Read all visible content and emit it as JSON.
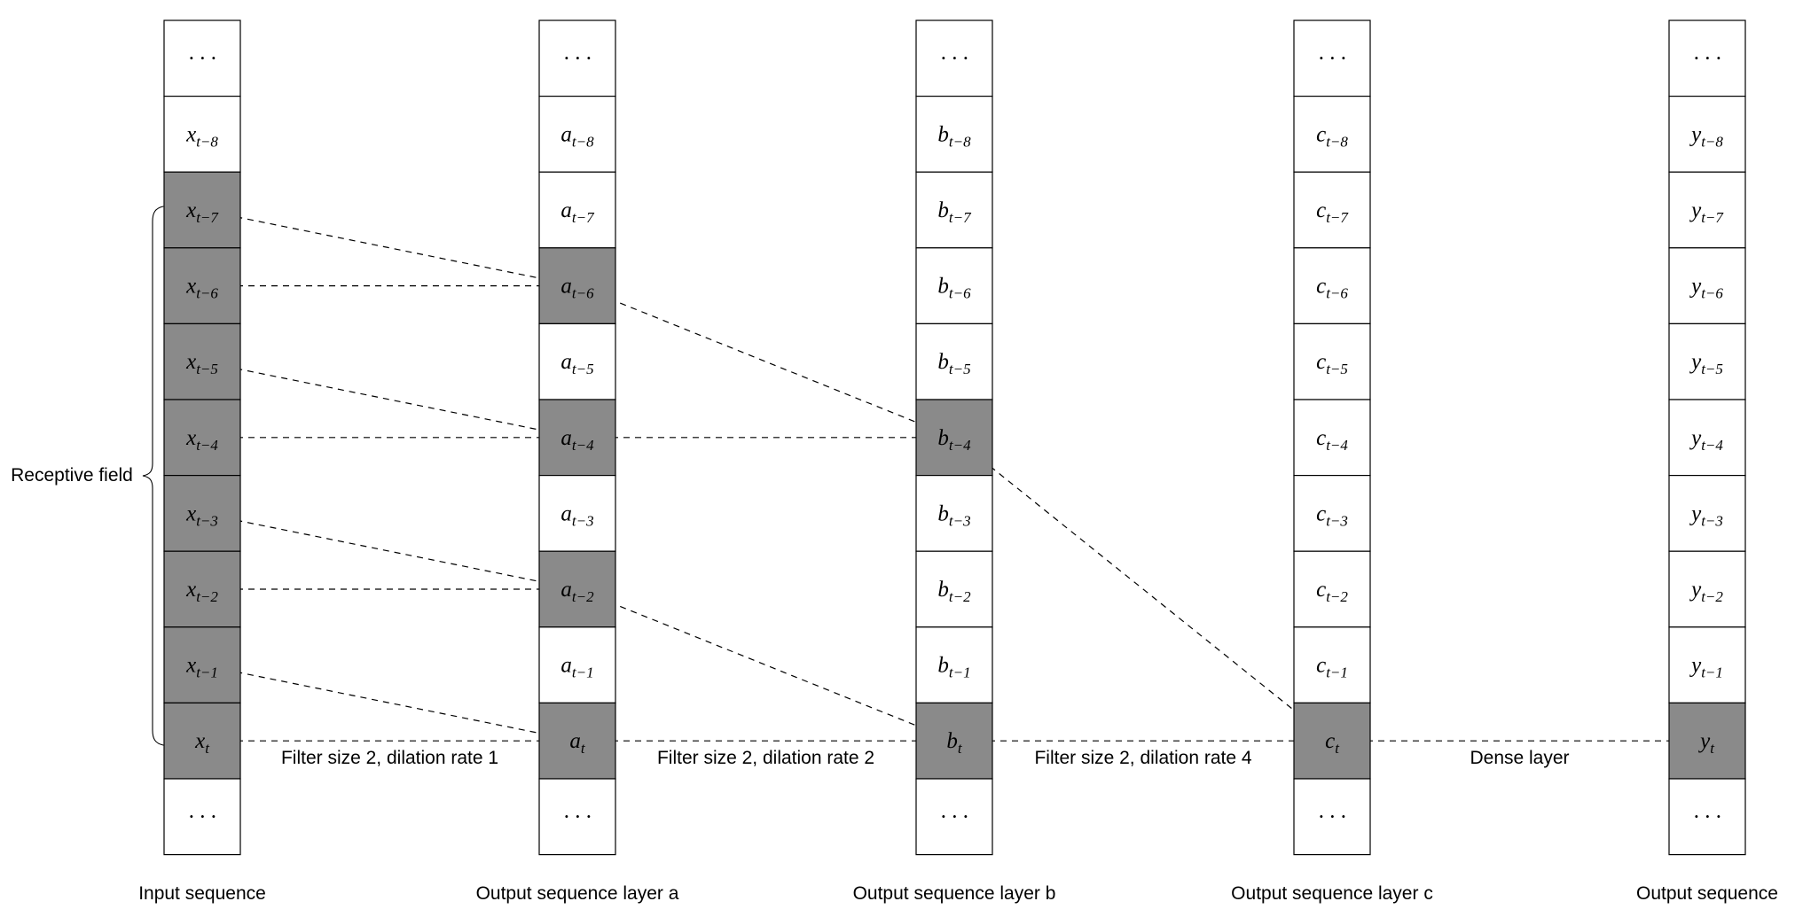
{
  "labels": {
    "receptive_field": "Receptive field"
  },
  "edge_labels": [
    "Filter size 2, dilation rate 1",
    "Filter size 2, dilation rate 2",
    "Filter size 2, dilation rate 4",
    "Dense layer"
  ],
  "colors": {
    "line": "#000000",
    "cell_fill": "#ffffff",
    "shaded_cell": "#8a8a8a",
    "text": "#000000"
  },
  "columns": [
    {
      "id": "x",
      "title": "Input sequence",
      "shaded_rows": [
        2,
        3,
        4,
        5,
        6,
        7,
        8,
        9
      ],
      "cells": [
        {
          "base": "· · ·",
          "sub": ""
        },
        {
          "base": "x",
          "sub": "t−8"
        },
        {
          "base": "x",
          "sub": "t−7"
        },
        {
          "base": "x",
          "sub": "t−6"
        },
        {
          "base": "x",
          "sub": "t−5"
        },
        {
          "base": "x",
          "sub": "t−4"
        },
        {
          "base": "x",
          "sub": "t−3"
        },
        {
          "base": "x",
          "sub": "t−2"
        },
        {
          "base": "x",
          "sub": "t−1"
        },
        {
          "base": "x",
          "sub": "t"
        },
        {
          "base": "· · ·",
          "sub": ""
        }
      ]
    },
    {
      "id": "a",
      "title": "Output sequence layer a",
      "shaded_rows": [
        3,
        5,
        7,
        9
      ],
      "cells": [
        {
          "base": "· · ·",
          "sub": ""
        },
        {
          "base": "a",
          "sub": "t−8"
        },
        {
          "base": "a",
          "sub": "t−7"
        },
        {
          "base": "a",
          "sub": "t−6"
        },
        {
          "base": "a",
          "sub": "t−5"
        },
        {
          "base": "a",
          "sub": "t−4"
        },
        {
          "base": "a",
          "sub": "t−3"
        },
        {
          "base": "a",
          "sub": "t−2"
        },
        {
          "base": "a",
          "sub": "t−1"
        },
        {
          "base": "a",
          "sub": "t"
        },
        {
          "base": "· · ·",
          "sub": ""
        }
      ]
    },
    {
      "id": "b",
      "title": "Output sequence layer b",
      "shaded_rows": [
        5,
        9
      ],
      "cells": [
        {
          "base": "· · ·",
          "sub": ""
        },
        {
          "base": "b",
          "sub": "t−8"
        },
        {
          "base": "b",
          "sub": "t−7"
        },
        {
          "base": "b",
          "sub": "t−6"
        },
        {
          "base": "b",
          "sub": "t−5"
        },
        {
          "base": "b",
          "sub": "t−4"
        },
        {
          "base": "b",
          "sub": "t−3"
        },
        {
          "base": "b",
          "sub": "t−2"
        },
        {
          "base": "b",
          "sub": "t−1"
        },
        {
          "base": "b",
          "sub": "t"
        },
        {
          "base": "· · ·",
          "sub": ""
        }
      ]
    },
    {
      "id": "c",
      "title": "Output sequence layer c",
      "shaded_rows": [
        9
      ],
      "cells": [
        {
          "base": "· · ·",
          "sub": ""
        },
        {
          "base": "c",
          "sub": "t−8"
        },
        {
          "base": "c",
          "sub": "t−7"
        },
        {
          "base": "c",
          "sub": "t−6"
        },
        {
          "base": "c",
          "sub": "t−5"
        },
        {
          "base": "c",
          "sub": "t−4"
        },
        {
          "base": "c",
          "sub": "t−3"
        },
        {
          "base": "c",
          "sub": "t−2"
        },
        {
          "base": "c",
          "sub": "t−1"
        },
        {
          "base": "c",
          "sub": "t"
        },
        {
          "base": "· · ·",
          "sub": ""
        }
      ]
    },
    {
      "id": "y",
      "title": "Output sequence",
      "shaded_rows": [
        9
      ],
      "cells": [
        {
          "base": "· · ·",
          "sub": ""
        },
        {
          "base": "y",
          "sub": "t−8"
        },
        {
          "base": "y",
          "sub": "t−7"
        },
        {
          "base": "y",
          "sub": "t−6"
        },
        {
          "base": "y",
          "sub": "t−5"
        },
        {
          "base": "y",
          "sub": "t−4"
        },
        {
          "base": "y",
          "sub": "t−3"
        },
        {
          "base": "y",
          "sub": "t−2"
        },
        {
          "base": "y",
          "sub": "t−1"
        },
        {
          "base": "y",
          "sub": "t"
        },
        {
          "base": "· · ·",
          "sub": ""
        }
      ]
    }
  ],
  "connections": [
    {
      "from": [
        0,
        2
      ],
      "to": [
        1,
        3
      ]
    },
    {
      "from": [
        0,
        3
      ],
      "to": [
        1,
        3
      ]
    },
    {
      "from": [
        0,
        4
      ],
      "to": [
        1,
        5
      ]
    },
    {
      "from": [
        0,
        5
      ],
      "to": [
        1,
        5
      ]
    },
    {
      "from": [
        0,
        6
      ],
      "to": [
        1,
        7
      ]
    },
    {
      "from": [
        0,
        7
      ],
      "to": [
        1,
        7
      ]
    },
    {
      "from": [
        0,
        8
      ],
      "to": [
        1,
        9
      ]
    },
    {
      "from": [
        0,
        9
      ],
      "to": [
        1,
        9
      ]
    },
    {
      "from": [
        1,
        3
      ],
      "to": [
        2,
        5
      ]
    },
    {
      "from": [
        1,
        5
      ],
      "to": [
        2,
        5
      ]
    },
    {
      "from": [
        1,
        7
      ],
      "to": [
        2,
        9
      ]
    },
    {
      "from": [
        1,
        9
      ],
      "to": [
        2,
        9
      ]
    },
    {
      "from": [
        2,
        5
      ],
      "to": [
        3,
        9
      ]
    },
    {
      "from": [
        2,
        9
      ],
      "to": [
        3,
        9
      ]
    },
    {
      "from": [
        3,
        9
      ],
      "to": [
        4,
        9
      ]
    }
  ]
}
